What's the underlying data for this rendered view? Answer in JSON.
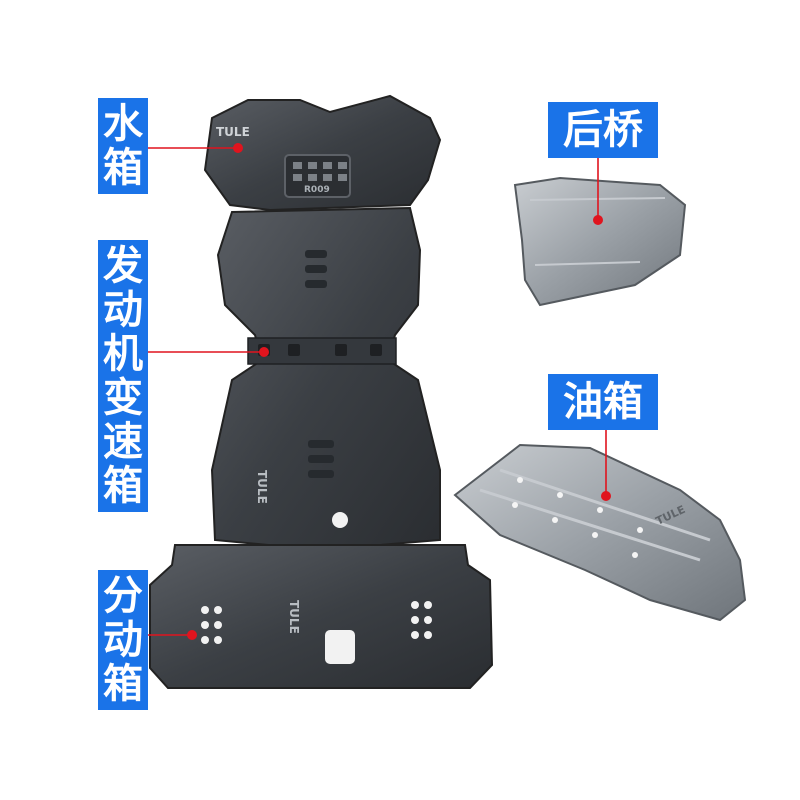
{
  "labels": {
    "radiator": [
      "水",
      "箱"
    ],
    "engine_transmission": [
      "发",
      "动",
      "机",
      "变",
      "速",
      "箱"
    ],
    "transfer_case": [
      "分",
      "动",
      "箱"
    ],
    "rear_axle": "后桥",
    "fuel_tank": "油箱"
  },
  "plate_markings": {
    "brand": "TULE",
    "model_code": "R009"
  },
  "colors": {
    "label_bg": "#1a73e8",
    "leader_line": "#e0141e",
    "plate_dark": "#3a3d42",
    "plate_light": "#9ea3a8"
  }
}
